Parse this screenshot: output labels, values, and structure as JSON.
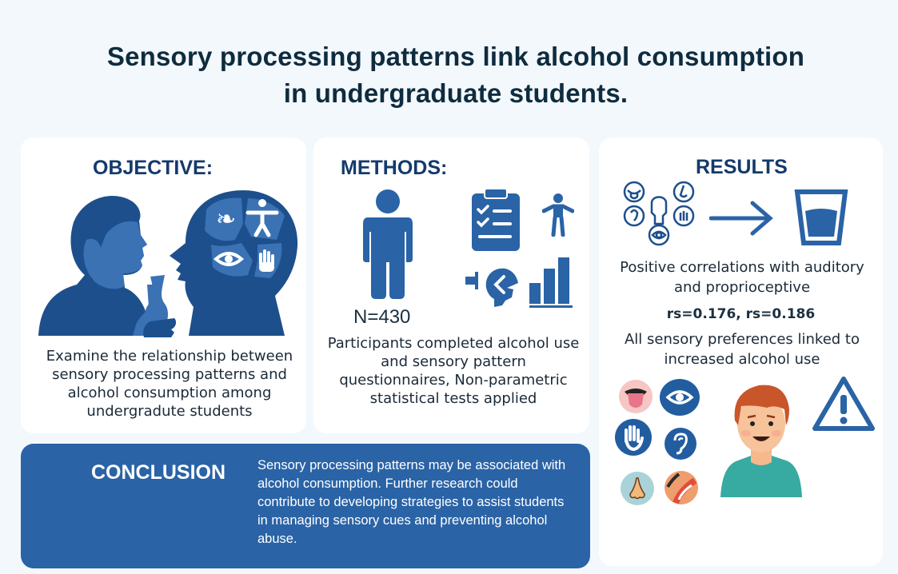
{
  "header": {
    "title_line1": "Sensory processing patterns link alcohol consumption",
    "title_line2": "in undergraduate students."
  },
  "objective": {
    "heading": "OBJECTIVE:",
    "text": "Examine the relationship between sensory processing patterns and alcohol consumption among undergradute students",
    "icons": [
      "person-drinking-icon",
      "head-brain-senses-icon",
      "ear-icon",
      "body-icon",
      "eye-icon",
      "hand-icon",
      "bottle-icon"
    ]
  },
  "methods": {
    "heading": "METHODS:",
    "sample_size": "N=430",
    "text": "Participants completed alcohol use and sensory pattern questionnaires, Non-parametric statistical tests applied",
    "icons": [
      "person-icon",
      "clipboard-checklist-icon",
      "small-person-icon",
      "head-process-icon",
      "bar-chart-icon"
    ]
  },
  "results": {
    "heading": "RESULTS",
    "correlation_text": "Positive correlations with auditory and proprioceptive",
    "coefficients": "rs=0.176, rs=0.186",
    "summary": "All sensory preferences linked to increased alcohol use",
    "icons": [
      "senses-cluster-icon",
      "arrow-right-icon",
      "glass-icon",
      "tongue-icon",
      "eye-icon",
      "hand-icon",
      "ear-icon",
      "nose-icon",
      "joint-icon",
      "student-avatar",
      "warning-icon"
    ]
  },
  "conclusion": {
    "heading": "CONCLUSION",
    "text": "Sensory processing patterns may be associated with alcohol consumption. Further research could contribute to developing strategies to assist students in managing sensory cues and preventing alcohol abuse."
  },
  "colors": {
    "primary_blue": "#2a63a6",
    "dark_blue": "#1d4f8c",
    "heading_navy": "#143a6b",
    "background": "#f3f8fc"
  }
}
